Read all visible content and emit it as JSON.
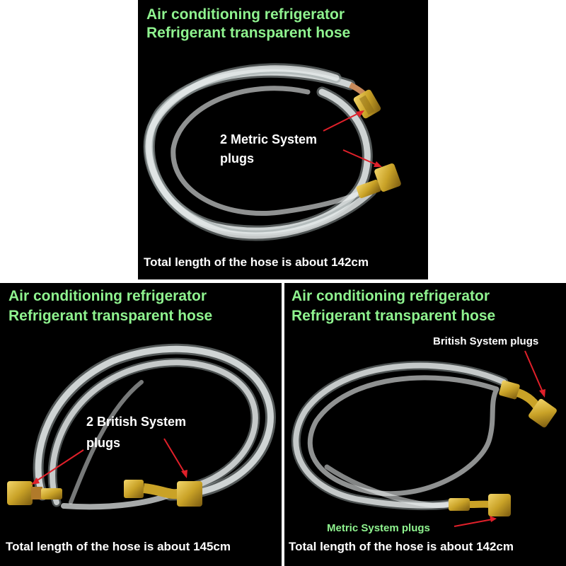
{
  "panels": {
    "top": {
      "title_line1": "Air conditioning refrigerator",
      "title_line2": "Refrigerant transparent hose",
      "plug_label_line1": "2 Metric System",
      "plug_label_line2": "plugs",
      "caption": "Total length of the hose is about 142cm"
    },
    "left": {
      "title_line1": "Air conditioning refrigerator",
      "title_line2": "Refrigerant transparent hose",
      "plug_label_line1": "2 British System",
      "plug_label_line2": "plugs",
      "caption": "Total length of the hose is about 145cm"
    },
    "right": {
      "title_line1": "Air conditioning refrigerator",
      "title_line2": "Refrigerant transparent hose",
      "british_label": "British System plugs",
      "metric_label": "Metric System plugs",
      "caption": "Total length of the hose is about 142cm"
    }
  },
  "colors": {
    "title_green": "#8ff38f",
    "arrow_red": "#e0202a",
    "brass": "#c9a227",
    "hose": "#e8ecec"
  }
}
